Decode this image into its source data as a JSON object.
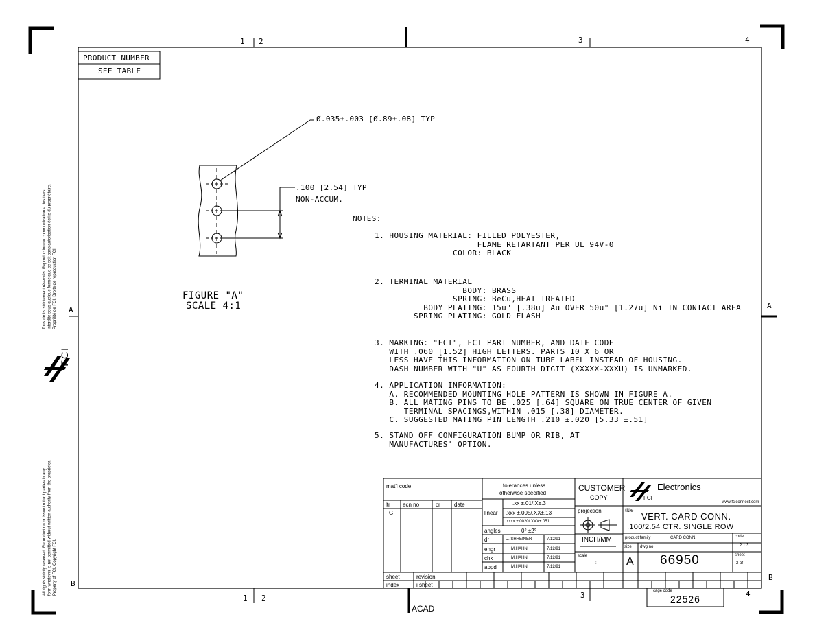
{
  "zones": {
    "top_12_a": "1",
    "top_12_b": "2",
    "top_3": "3",
    "top_4": "4",
    "bottom_12_a": "1",
    "bottom_12_b": "2",
    "bottom_3": "3",
    "bottom_4": "4",
    "left_A": "A",
    "right_A": "A",
    "left_B": "B",
    "right_B": "B"
  },
  "left_margin": {
    "rights_fr": "Tous droits strictement réservés. Reproduction ou communication a des tiers\ninterdite sous quelque forme que ce soit sans autorisation écrite du propriétaire.\nPropriété de FCI. Droits de reproduction FCI.",
    "logo_text": "FCI",
    "rights_en": "All rights strictly reserved. Reproduction or issue to third parties in any\nform whatever is not permitted without written authority from the proprietor.\nProperty of FCI. Copyright FCI."
  },
  "product_box": {
    "label": "PRODUCT NUMBER",
    "value": "SEE TABLE"
  },
  "figure": {
    "callout_hole": "Ø.035±.003 [Ø.89±.08] TYP",
    "callout_pitch_1": ".100 [2.54] TYP",
    "callout_pitch_2": "NON-ACCUM.",
    "title": "FIGURE \"A\"",
    "scale": "SCALE 4:1"
  },
  "notes": {
    "heading": "NOTES:",
    "n1": "1. HOUSING MATERIAL: FILLED POLYESTER,\n                     FLAME RETARTANT PER UL 94V-0\n                COLOR: BLACK",
    "n2": "2. TERMINAL MATERIAL\n                  BODY: BRASS\n                SPRING: BeCu,HEAT TREATED\n          BODY PLATING: 15u\" [.38u] Au OVER 50u\" [1.27u] Ni IN CONTACT AREA\n        SPRING PLATING: GOLD FLASH",
    "n3": "3. MARKING: \"FCI\", FCI PART NUMBER, AND DATE CODE\n   WITH .060 [1.52] HIGH LETTERS. PARTS 10 X 6 OR\n   LESS HAVE THIS INFORMATION ON TUBE LABEL INSTEAD OF HOUSING.\n   DASH NUMBER WITH \"U\" AS FOURTH DIGIT (XXXXX-XXXU) IS UNMARKED.",
    "n4": "4. APPLICATION INFORMATION:\n   A. RECOMMENDED MOUNTING HOLE PATTERN IS SHOWN IN FIGURE A.\n   B. ALL MATING PINS TO BE .025 [.64] SQUARE ON TRUE CENTER OF GIVEN\n      TERMINAL SPACINGS,WITHIN .015 [.38] DIAMETER.\n   C. SUGGESTED MATING PIN LENGTH .210 ±.020 [5.33 ±.51]",
    "n5": "5. STAND OFF CONFIGURATION BUMP OR RIB, AT\n   MANUFACTURES' OPTION."
  },
  "title_block": {
    "mat_code": "mat'l code",
    "ltr": "ltr",
    "ecn_no": "ecn no",
    "cr": "cr",
    "date": "date",
    "rev_letter": "G",
    "tol_head1": "tolerances unless",
    "tol_head2": "otherwise specified",
    "tol_row1": ".xx  ±.01/.X±.3",
    "linear": "linear",
    "tol_row2": ".xxx  ±.005/.XX±.13",
    "tol_row3": ".xxxx ±.0020/.XXX±.051",
    "angles": "angles",
    "angles_val": "0°  ±2°",
    "dr": "dr",
    "dr_name": "J. SHREINER",
    "dr_date": "7/12/91",
    "engr": "engr",
    "engr_name": "M.HAHN",
    "engr_date": "7/12/91",
    "chk": "chk",
    "chk_name": "M.HAHN",
    "chk_date": "7/12/91",
    "appd": "appd",
    "appd_name": "M.HAHN",
    "appd_date": "7/12/91",
    "customer": "CUSTOMER",
    "copy": "COPY",
    "projection": "projection",
    "units": "INCH/MM",
    "scale": "scale",
    "scale_val": "-:-",
    "company": "Electronics",
    "company_logo": "FCI",
    "website": "www.fciconnect.com",
    "title_label": "title",
    "title1": "VERT. CARD CONN.",
    "title2": ".100/2.54 CTR. SINGLE ROW",
    "family_label": "product family",
    "family": "CARD CONN.",
    "code_label": "code",
    "code_val": "2 1 3",
    "size_label": "size",
    "dwg_label": "dwg no",
    "size": "A",
    "dwg_no": "66950",
    "sheet_label": "sheet",
    "sheet_val": "2  of",
    "sheet_rev": "sheet",
    "revision": "revision",
    "index": "index",
    "i_sheet": "i sheet",
    "acad": "ACAD",
    "cage_label": "cage code",
    "cage": "22526"
  }
}
